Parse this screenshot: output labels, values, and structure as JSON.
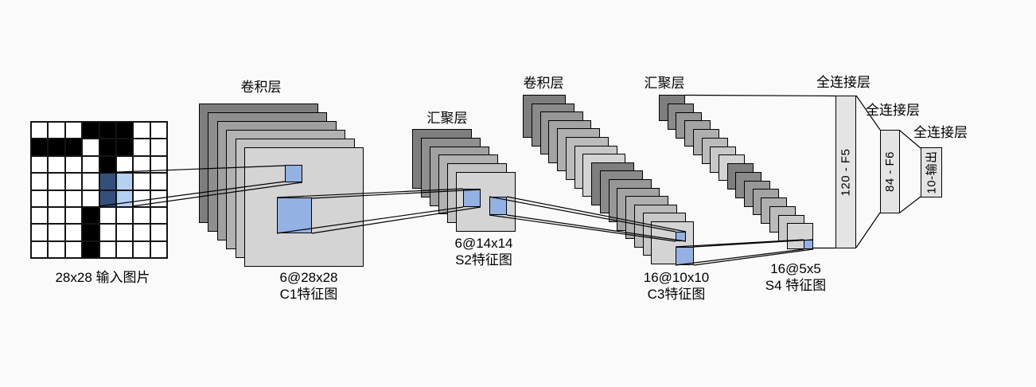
{
  "input": {
    "caption": "28x28 输入图片",
    "pattern": [
      "...BBB..",
      "BBB.BB..",
      "....B...",
      "....DL..",
      "....DL..",
      "...B....",
      "...B....",
      "...B...."
    ]
  },
  "stacks": [
    {
      "id": "C1",
      "top_label": "卷积层",
      "caption1": "6@28x28",
      "caption2": "C1特征图",
      "count": 6
    },
    {
      "id": "S2",
      "top_label": "汇聚层",
      "caption1": "6@14x14",
      "caption2": "S2特征图",
      "count": 6
    },
    {
      "id": "C3",
      "top_label": "卷积层",
      "caption1": "16@10x10",
      "caption2": "C3特征图",
      "count": 16
    },
    {
      "id": "S4",
      "top_label": "汇聚层",
      "caption1": "16@5x5",
      "caption2": "S4 特征图",
      "count": 16
    }
  ],
  "fc_bars": [
    {
      "top_label": "全连接层",
      "label": "120 - F5"
    },
    {
      "top_label": "全连接层",
      "label": "84 - F6"
    },
    {
      "top_label": "全连接层",
      "label": "10-输出"
    }
  ],
  "colors": {
    "background": "#fafafa",
    "cell_white": "#ffffff",
    "cell_black": "#000000",
    "receptive_dark_blue": "#33507c",
    "receptive_light_blue": "#b6d0f2",
    "patch_blue": "#93b1e3",
    "bar_fill": "#e4e4e4",
    "layer_dark": "#7e7e7e",
    "layer_light": "#d4d4d4",
    "line": "#000000"
  }
}
